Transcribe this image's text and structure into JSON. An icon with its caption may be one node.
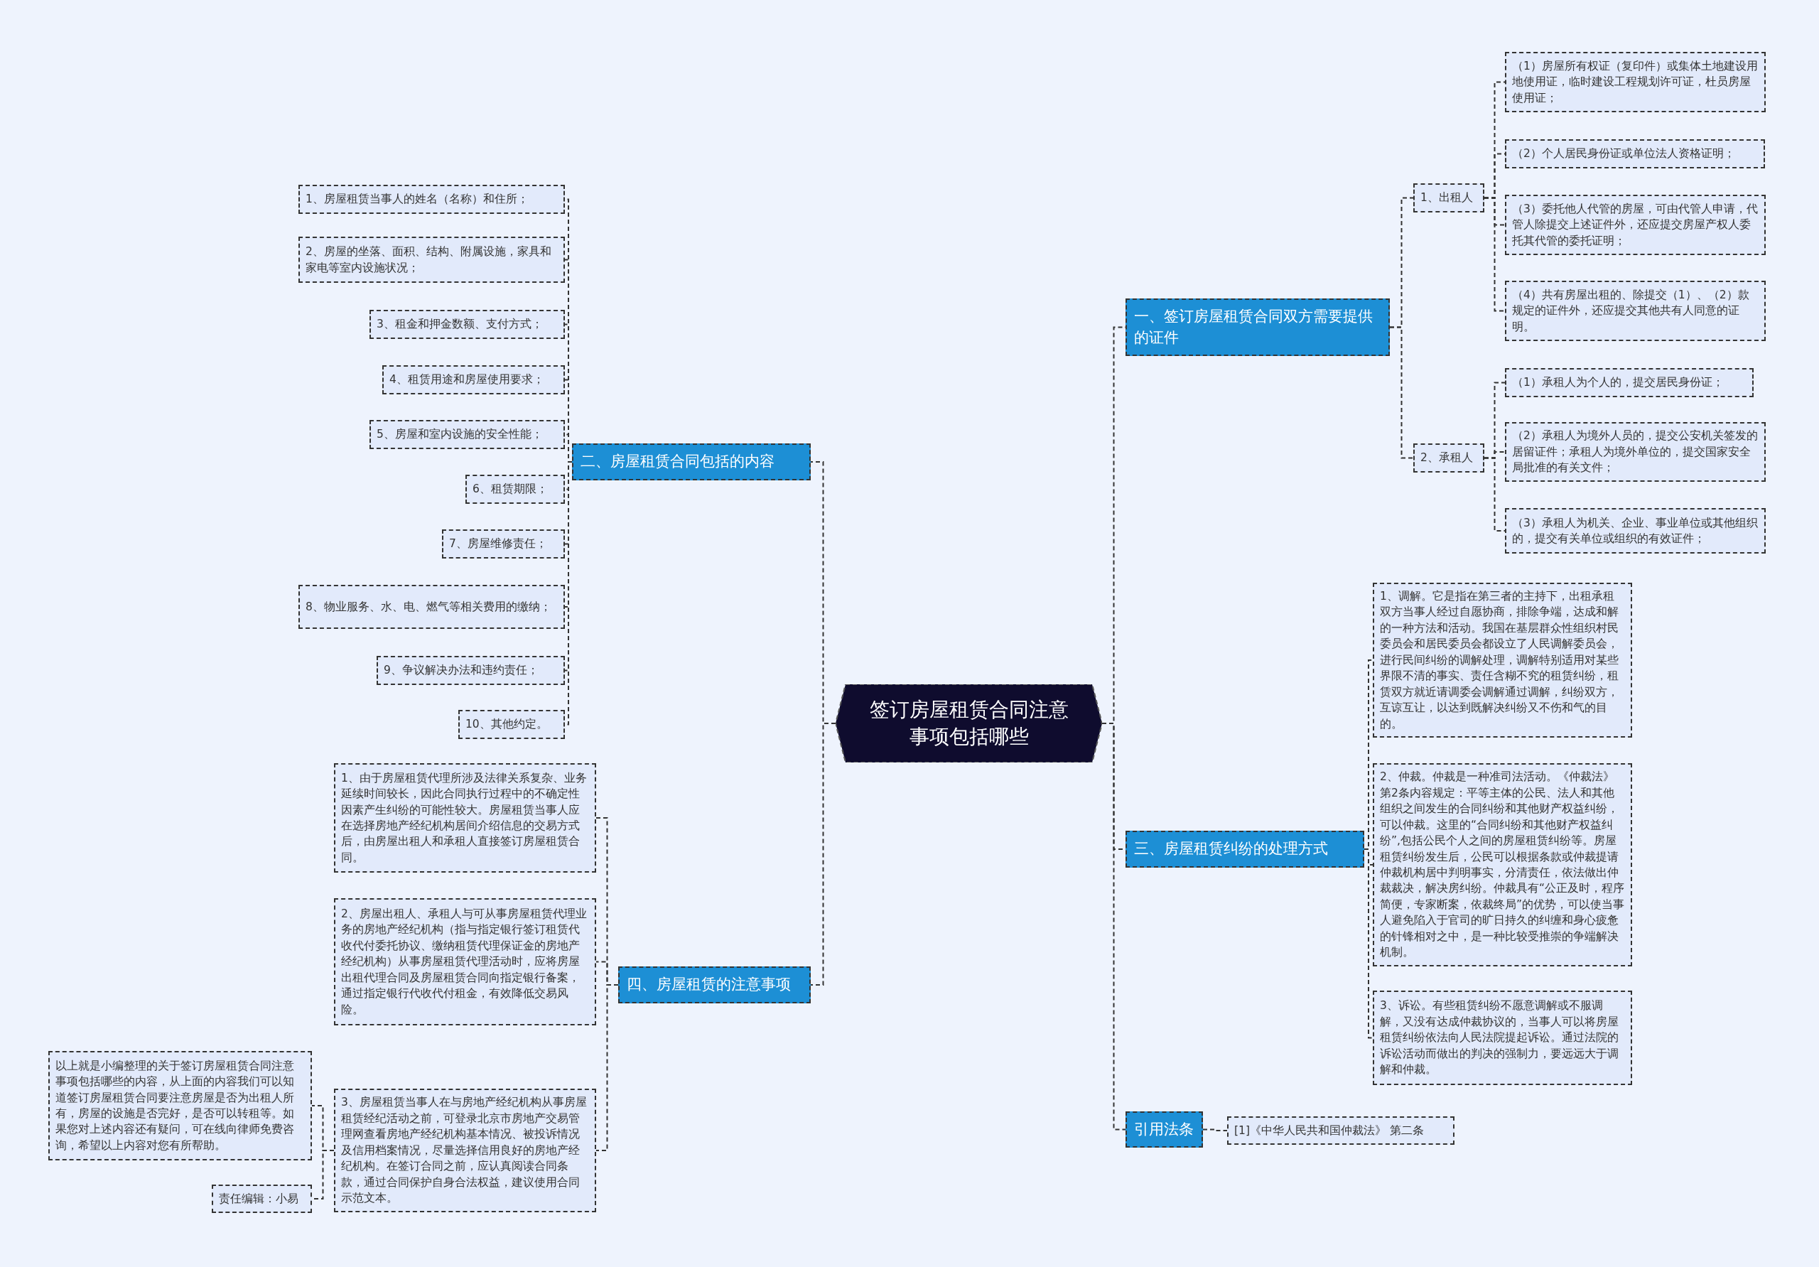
{
  "diagram": {
    "nodes": [
      {
        "text": [
          "签订房屋租赁合同注意事项包括哪些"
        ]
      },
      {
        "text": [
          "一、签订房屋租赁合同双方需要提供的证件"
        ]
      },
      {
        "text": [
          "1、出租人"
        ]
      },
      {
        "text": [
          "（1）房屋所有权证（复印件）或集体土地建设用地使用证，临时建设工程规划许可证，杜员房屋使用证；"
        ]
      },
      {
        "text": [
          "（2）个人居民身份证或单位法人资格证明；"
        ]
      },
      {
        "text": [
          "（3）委托他人代管的房屋，可由代管人申请，代管人除提交上述证件外，还应提交房屋产权人委托其代管的委托证明；"
        ]
      },
      {
        "text": [
          "（4）共有房屋出租的、除提交（1）、（2）款规定的证件外，还应提交其他共有人同意的证明。"
        ]
      },
      {
        "text": [
          "2、承租人"
        ]
      },
      {
        "text": [
          "（1）承租人为个人的，提交居民身份证；"
        ]
      },
      {
        "text": [
          "（2）承租人为境外人员的，提交公安机关签发的居留证件；承租人为境外单位的，提交国家安全局批准的有关文件；"
        ]
      },
      {
        "text": [
          "（3）承租人为机关、企业、事业单位或其他组织的，提交有关单位或组织的有效证件；"
        ]
      },
      {
        "text": [
          "二、房屋租赁合同包括的内容"
        ]
      },
      {
        "text": [
          "1、房屋租赁当事人的姓名（名称）和住所；"
        ]
      },
      {
        "text": [
          "2、房屋的坐落、面积、结构、附属设施，家具和家电等室内设施状况；"
        ]
      },
      {
        "text": [
          "3、租金和押金数额、支付方式；"
        ]
      },
      {
        "text": [
          "4、租赁用途和房屋使用要求；"
        ]
      },
      {
        "text": [
          "5、房屋和室内设施的安全性能；"
        ]
      },
      {
        "text": [
          "6、租赁期限；"
        ]
      },
      {
        "text": [
          "7、房屋维修责任；"
        ]
      },
      {
        "text": [
          "8、物业服务、水、电、燃气等相关费用的缴纳；"
        ]
      },
      {
        "text": [
          "9、争议解决办法和违约责任；"
        ]
      },
      {
        "text": [
          "10、其他约定。"
        ]
      },
      {
        "text": [
          "三、房屋租赁纠纷的处理方式"
        ]
      },
      {
        "text": [
          "1、调解。它是指在第三者的主持下，出租承租双方当事人经过自愿协商，排除争端，达成和解的一种方法和活动。我国在基层群众性组织村民委员会和居民委员会都设立了人民调解委员会，进行民间纠纷的调解处理，调解特别适用对某些界限不清的事实、责任含糊不究的租赁纠纷，租赁双方就近请调委会调解通过调解，纠纷双方，互谅互让，以达到既解决纠纷又不伤和气的目的。"
        ]
      },
      {
        "text": [
          "2、仲裁。仲裁是一种准司法活动。《仲裁法》第2条内容规定：平等主体的公民、法人和其他组织之间发生的合同纠纷和其他财产权益纠纷，可以仲裁。这里的“合同纠纷和其他财产权益纠纷”,包括公民个人之间的房屋租赁纠纷等。房屋租赁纠纷发生后，公民可以根据条款或仲裁提请仲裁机构居中判明事实，分清责任，依法做出仲裁裁决，解决房纠纷。仲裁具有“公正及时，程序简便，专家断案，依裁终局”的优势，可以使当事人避免陷入于官司的旷日持久的纠缠和身心疲惫的针锋相对之中，是一种比较受推崇的争端解决机制。"
        ]
      },
      {
        "text": [
          "3、诉讼。有些租赁纠纷不愿意调解或不服调解，又没有达成仲裁协议的，当事人可以将房屋租赁纠纷依法向人民法院提起诉讼。通过法院的诉讼活动而做出的判决的强制力，要远远大于调解和仲裁。"
        ]
      },
      {
        "text": [
          "四、房屋租赁的注意事项"
        ]
      },
      {
        "text": [
          "1、由于房屋租赁代理所涉及法律关系复杂、业务延续时间较长，因此合同执行过程中的不确定性因素产生纠纷的可能性较大。房屋租赁当事人应在选择房地产经纪机构居间介绍信息的交易方式后，由房屋出租人和承租人直接签订房屋租赁合同。"
        ]
      },
      {
        "text": [
          "2、房屋出租人、承租人与可从事房屋租赁代理业务的房地产经纪机构（指与指定银行签订租赁代收代付委托协议、缴纳租赁代理保证金的房地产经纪机构）从事房屋租赁代理活动时，应将房屋出租代理合同及房屋租赁合同向指定银行备案，通过指定银行代收代付租金，有效降低交易风险。"
        ]
      },
      {
        "text": [
          "3、房屋租赁当事人在与房地产经纪机构从事房屋租赁经纪活动之前，可登录北京市房地产交易管理网查看房地产经纪机构基本情况、被投诉情况及信用档案情况，尽量选择信用良好的房地产经纪机构。在签订合同之前，应认真阅读合同条款，通过合同保护自身合法权益，建议使用合同示范文本。"
        ]
      },
      {
        "text": [
          "以上就是小编整理的关于签订房屋租赁合同注意事项包括哪些的内容，从上面的内容我们可以知道签订房屋租赁合同要注意房屋是否为出租人所有，房屋的设施是否完好，是否可以转租等。如果您对上述内容还有疑问，可在线向律师免费咨询，希望以上内容对您有所帮助。"
        ]
      },
      {
        "text": [
          "责任编辑：小易"
        ]
      },
      {
        "text": [
          "引用法条"
        ]
      },
      {
        "text": [
          "[1]《中华人民共和国仲裁法》 第二条"
        ]
      }
    ],
    "edges": [
      {
        "from": 0,
        "to": 1,
        "arrow": "none"
      },
      {
        "from": 1,
        "to": 2,
        "arrow": "none"
      },
      {
        "from": 2,
        "to": 3,
        "arrow": "none"
      },
      {
        "from": 2,
        "to": 4,
        "arrow": "none"
      },
      {
        "from": 2,
        "to": 5,
        "arrow": "none"
      },
      {
        "from": 2,
        "to": 6,
        "arrow": "none"
      },
      {
        "from": 1,
        "to": 7,
        "arrow": "none"
      },
      {
        "from": 7,
        "to": 8,
        "arrow": "none"
      },
      {
        "from": 7,
        "to": 9,
        "arrow": "none"
      },
      {
        "from": 7,
        "to": 10,
        "arrow": "none"
      },
      {
        "from": 0,
        "to": 11,
        "arrow": "none"
      },
      {
        "from": 11,
        "to": 12,
        "arrow": "none"
      },
      {
        "from": 11,
        "to": 13,
        "arrow": "none"
      },
      {
        "from": 11,
        "to": 14,
        "arrow": "none"
      },
      {
        "from": 11,
        "to": 15,
        "arrow": "none"
      },
      {
        "from": 11,
        "to": 16,
        "arrow": "none"
      },
      {
        "from": 11,
        "to": 17,
        "arrow": "none"
      },
      {
        "from": 11,
        "to": 18,
        "arrow": "none"
      },
      {
        "from": 11,
        "to": 19,
        "arrow": "none"
      },
      {
        "from": 11,
        "to": 20,
        "arrow": "none"
      },
      {
        "from": 11,
        "to": 21,
        "arrow": "none"
      },
      {
        "from": 0,
        "to": 22,
        "arrow": "none"
      },
      {
        "from": 22,
        "to": 23,
        "arrow": "none"
      },
      {
        "from": 22,
        "to": 24,
        "arrow": "none"
      },
      {
        "from": 22,
        "to": 25,
        "arrow": "none"
      },
      {
        "from": 0,
        "to": 26,
        "arrow": "none"
      },
      {
        "from": 26,
        "to": 27,
        "arrow": "none"
      },
      {
        "from": 26,
        "to": 28,
        "arrow": "none"
      },
      {
        "from": 26,
        "to": 29,
        "arrow": "none"
      },
      {
        "from": 29,
        "to": 30,
        "arrow": "none"
      },
      {
        "from": 29,
        "to": 31,
        "arrow": "none"
      },
      {
        "from": 0,
        "to": 32,
        "arrow": "none"
      },
      {
        "from": 32,
        "to": 33,
        "arrow": "none"
      }
    ]
  }
}
